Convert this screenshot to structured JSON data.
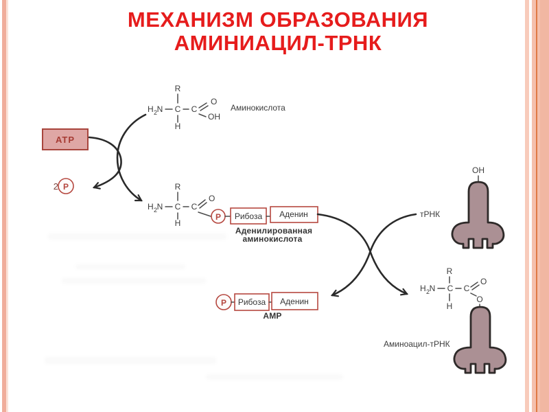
{
  "title": {
    "line1": "МЕХАНИЗМ ОБРАЗОВАНИЯ",
    "line2": "АМИНИАЦИЛ-ТРНК"
  },
  "formula": {
    "h": "H",
    "sub": "2",
    "n": "N",
    "c": "C",
    "r": "R",
    "o": "O",
    "oh": "OH"
  },
  "labels": {
    "amino_acid": "Аминокислота",
    "atp": "ATP",
    "two": "2",
    "p": "P",
    "ribose": "Рибоза",
    "adenine": "Аденин",
    "adenylated_line1": "Аденилированная",
    "adenylated_line2": "аминокислота",
    "amp": "AMP",
    "trna": "тРНК",
    "aminoacyl_trna": "Аминоацил-тРНК"
  },
  "colors": {
    "title_red": "#e61c1c",
    "box_border_red": "#b5473f",
    "atp_fill": "#dfa7a5",
    "trna_fill": "#ab9094",
    "trna_outline": "#2e2a29",
    "arrow_black": "#2a2a2a",
    "left_border_pink": "#f0ad9b",
    "right_border_pink": "#f4c0ad",
    "right_border_orange": "#e07a45"
  }
}
